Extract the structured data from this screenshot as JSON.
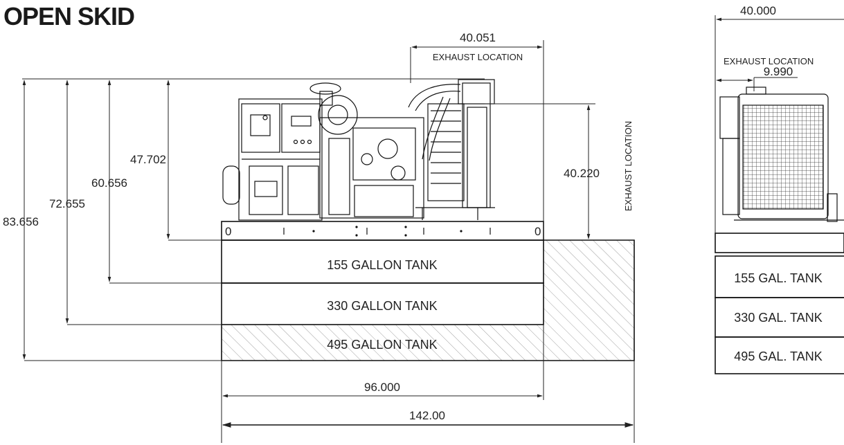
{
  "title": "OPEN SKID",
  "dimensions": {
    "exhaust_horizontal": "40.051",
    "exhaust_location_label": "EXHAUST LOCATION",
    "exhaust_vertical": "40.220",
    "exhaust_vertical_label": "EXHAUST LOCATION",
    "height_no_tank": "47.702",
    "height_155": "60.656",
    "height_330": "72.655",
    "height_495": "83.656",
    "length_base": "96.000",
    "length_495": "142.00"
  },
  "tanks": {
    "t155": "155 GALLON TANK",
    "t330": "330 GALLON TANK",
    "t495": "495 GALLON TANK"
  },
  "side_view": {
    "width": "40.000",
    "exhaust_label": "EXHAUST LOCATION",
    "exhaust_offset": "9.990",
    "t155": "155 GAL. TANK",
    "t330": "330 GAL. TANK",
    "t495": "495 GAL. TANK"
  }
}
